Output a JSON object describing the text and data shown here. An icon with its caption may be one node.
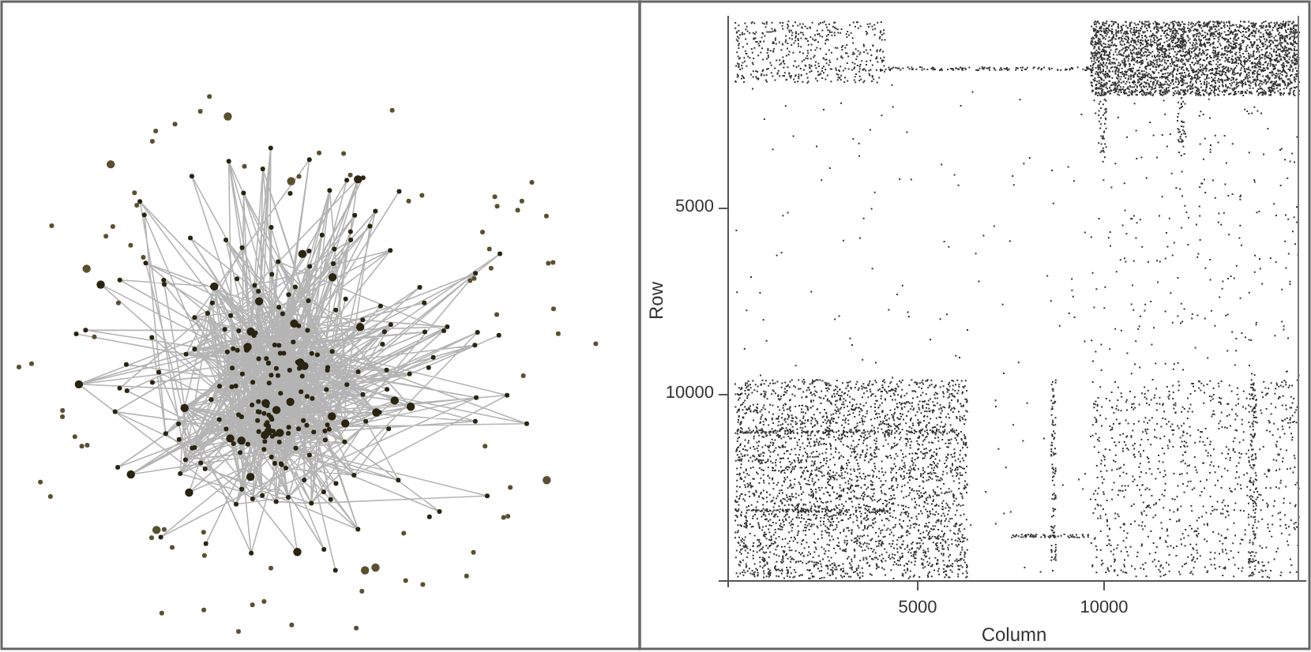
{
  "diagram": {
    "labels": [
      "5000",
      "Row",
      "10000",
      "5000",
      "10000",
      "Column"
    ]
  }
}
